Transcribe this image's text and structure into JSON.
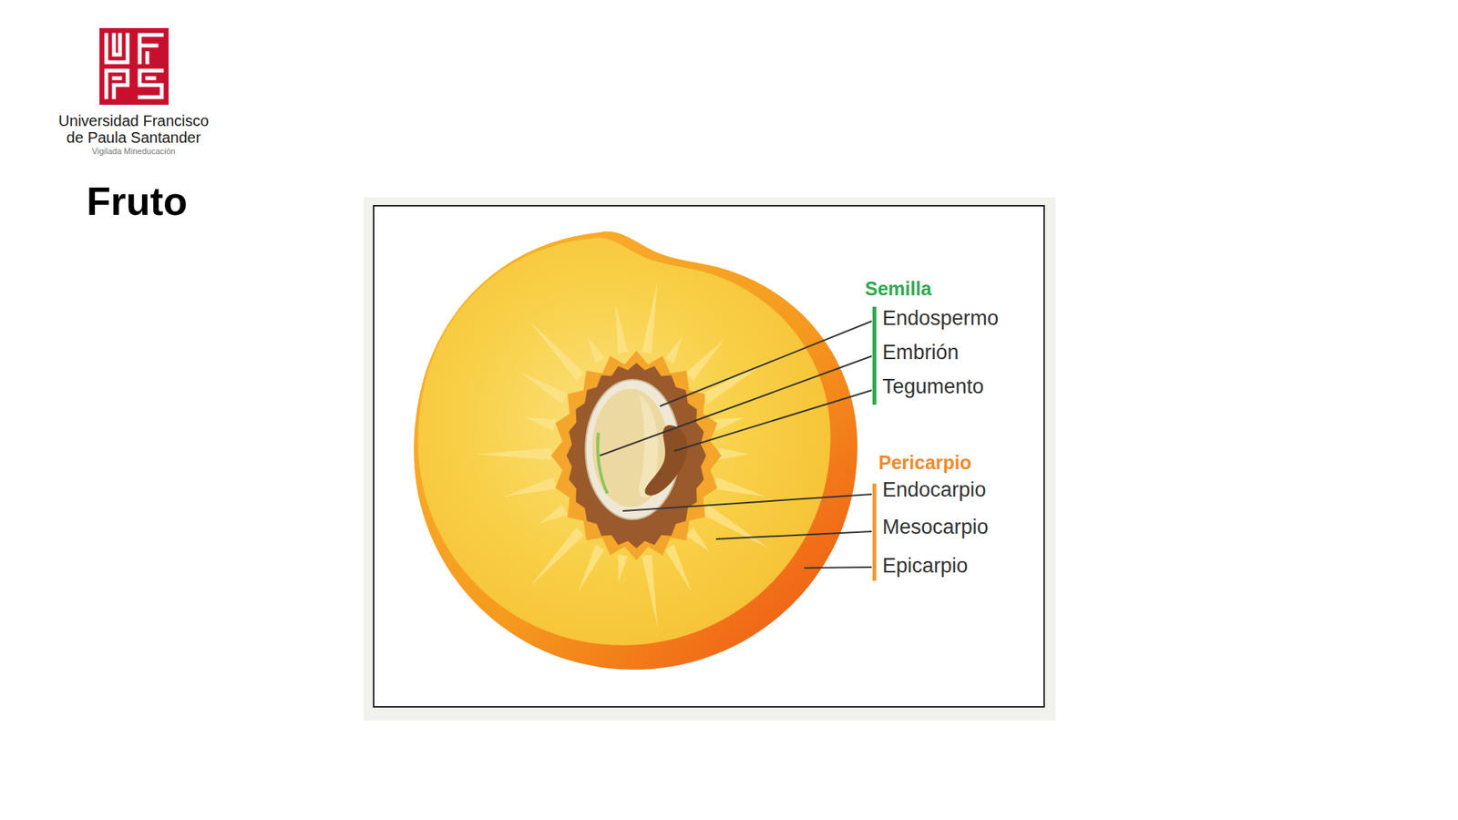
{
  "diagram": {
    "title": "Fruto",
    "labels": [
      "Universidad Francisco",
      "de Paula Santander",
      "Vigilada Mineducación",
      "Semilla",
      "Endospermo",
      "Embrión",
      "Tegumento",
      "Pericarpio",
      "Endocarpio",
      "Mesocarpio",
      "Epicarpio"
    ]
  }
}
